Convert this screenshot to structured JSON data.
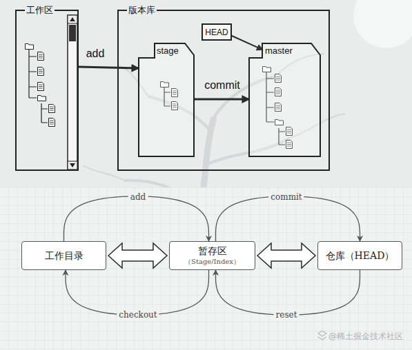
{
  "diagram": {
    "nodes": [
      {
        "text": [
          "工作区"
        ]
      },
      {
        "text": [
          "版本库"
        ]
      },
      {
        "text": [
          "HEAD"
        ],
        "in": 1
      },
      {
        "text": [
          "stage"
        ],
        "in": 1
      },
      {
        "text": [
          "master"
        ],
        "in": 1
      },
      {
        "text": [
          "工作目录"
        ]
      },
      {
        "text": [
          "暂存区",
          "（Stage/Index）"
        ]
      },
      {
        "text": [
          "仓库（HEAD）"
        ]
      }
    ],
    "edges": [
      {
        "from": 0,
        "to": 3,
        "arrow": "to",
        "label": "add"
      },
      {
        "from": 3,
        "to": 4,
        "arrow": "to",
        "label": "commit"
      },
      {
        "from": 2,
        "to": 4,
        "arrow": "to"
      },
      {
        "from": 5,
        "to": 6,
        "arrow": "both"
      },
      {
        "from": 6,
        "to": 7,
        "arrow": "both"
      },
      {
        "from": 5,
        "to": 6,
        "arrow": "to",
        "label": "add"
      },
      {
        "from": 6,
        "to": 7,
        "arrow": "to",
        "label": "commit"
      },
      {
        "from": 6,
        "to": 5,
        "arrow": "to",
        "label": "checkout"
      },
      {
        "from": 7,
        "to": 6,
        "arrow": "to",
        "label": "reset"
      }
    ],
    "labels": [
      "@稀土掘金技术社区"
    ]
  }
}
